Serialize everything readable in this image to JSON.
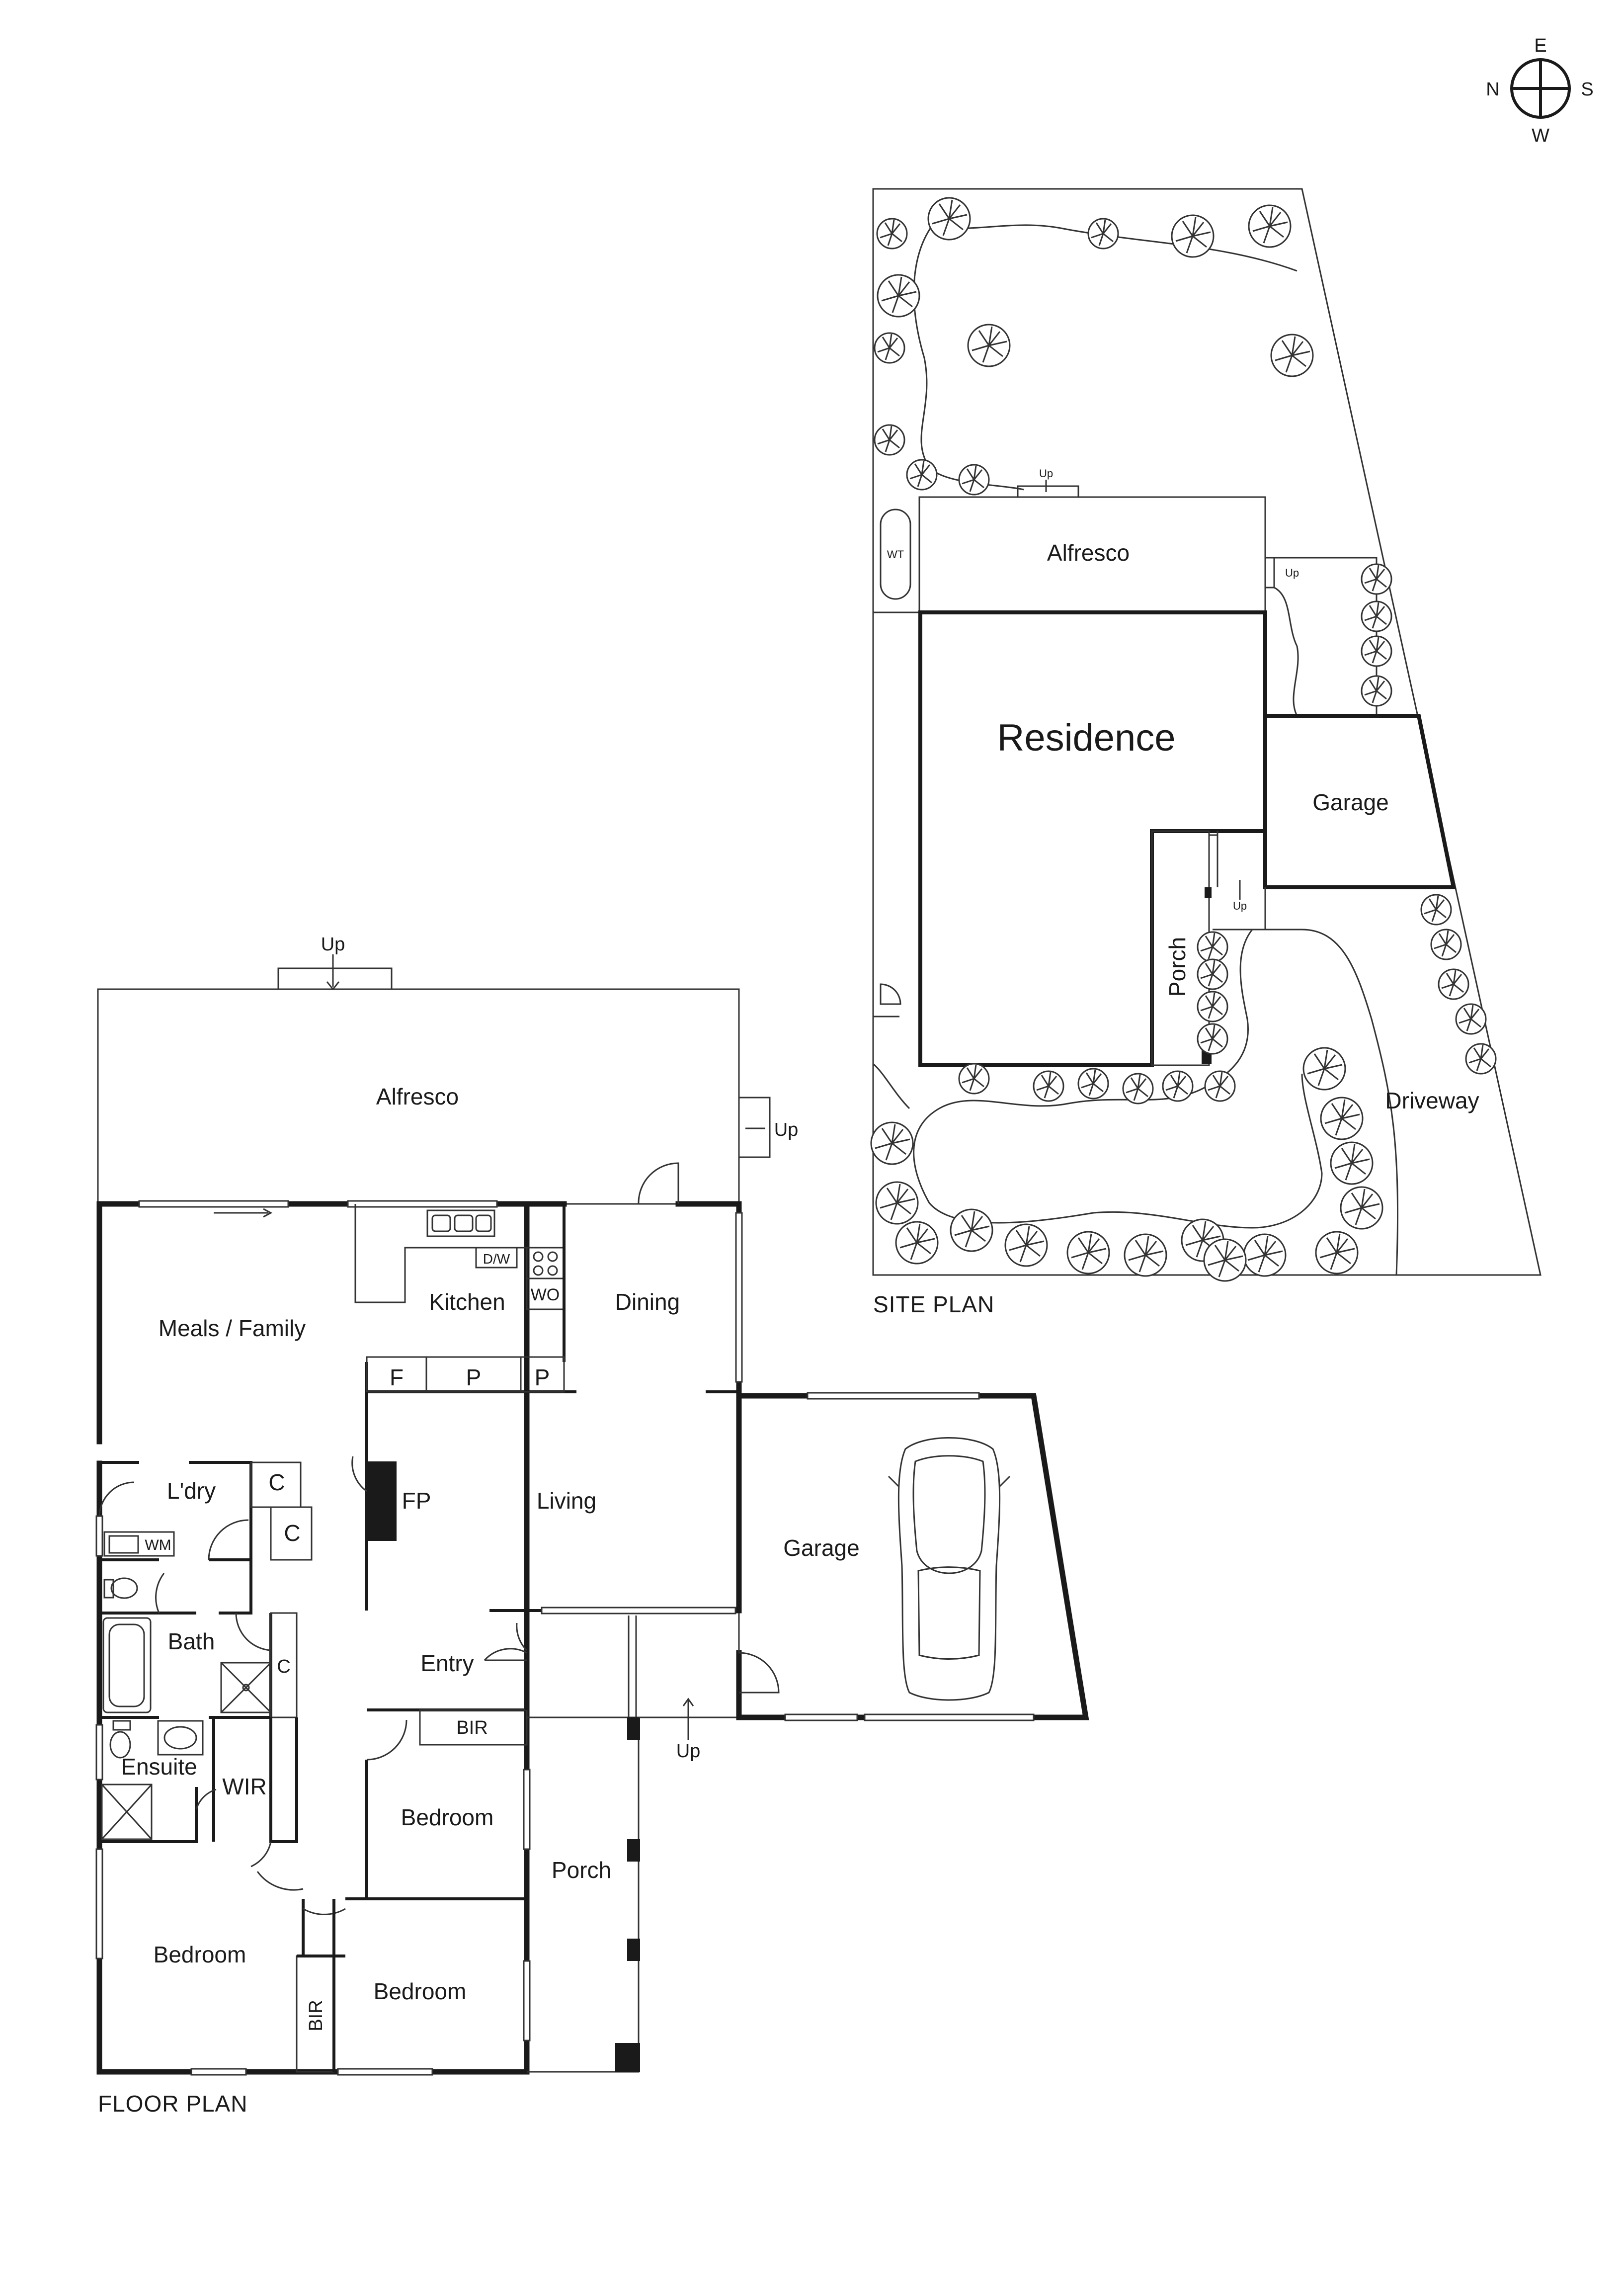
{
  "compass": {
    "n": "N",
    "e": "E",
    "s": "S",
    "w": "W"
  },
  "floor_plan": {
    "title": "FLOOR PLAN",
    "rooms": {
      "alfresco": "Alfresco",
      "meals_family": "Meals / Family",
      "kitchen": "Kitchen",
      "dining": "Dining",
      "living": "Living",
      "laundry": "L'dry",
      "bath": "Bath",
      "ensuite": "Ensuite",
      "wir": "WIR",
      "entry": "Entry",
      "bedroom_1": "Bedroom",
      "bedroom_2": "Bedroom",
      "bedroom_3": "Bedroom",
      "porch": "Porch",
      "garage": "Garage"
    },
    "fixtures": {
      "dw": "D/W",
      "wo": "WO",
      "f": "F",
      "p1": "P",
      "p2": "P",
      "fp": "FP",
      "c1": "C",
      "c2": "C",
      "c3": "C",
      "wm": "WM",
      "bir1": "BIR",
      "bir2": "BIR"
    },
    "steps": {
      "up1": "Up",
      "up2": "Up",
      "up3": "Up"
    }
  },
  "site_plan": {
    "title": "SITE PLAN",
    "areas": {
      "residence": "Residence",
      "alfresco": "Alfresco",
      "garage": "Garage",
      "porch": "Porch",
      "driveway": "Driveway",
      "wt": "WT"
    },
    "steps": {
      "up1": "Up",
      "up2": "Up",
      "up3": "Up"
    }
  }
}
